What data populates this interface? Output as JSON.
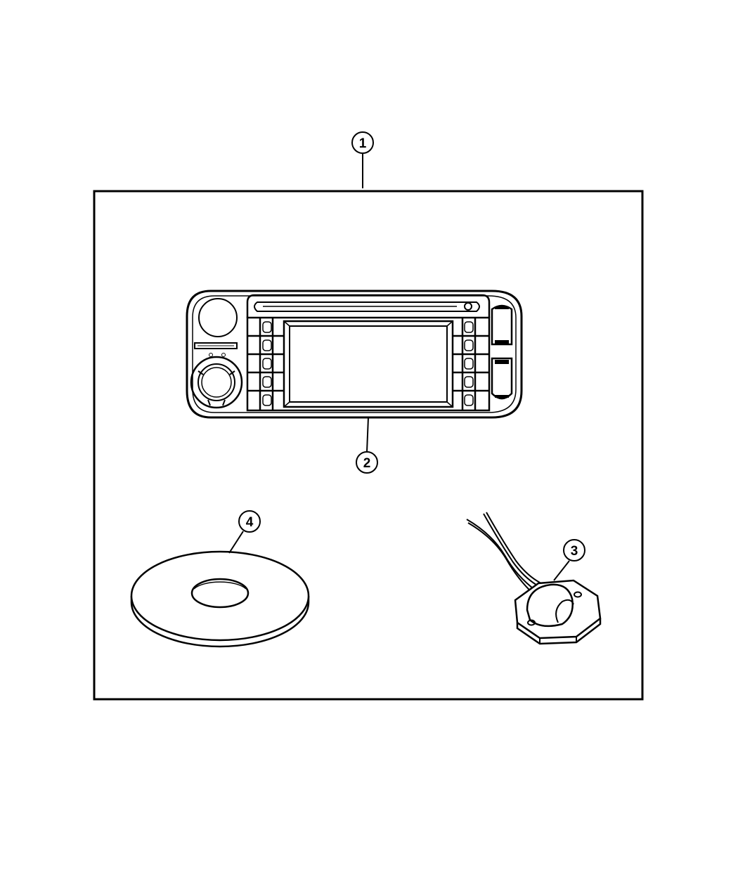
{
  "diagram": {
    "callouts": [
      {
        "id": "1",
        "label": "1"
      },
      {
        "id": "2",
        "label": "2"
      },
      {
        "id": "3",
        "label": "3"
      },
      {
        "id": "4",
        "label": "4"
      }
    ],
    "parts": [
      {
        "callout": "1",
        "icon": "kit-border-frame"
      },
      {
        "callout": "2",
        "icon": "navigation-radio-unit-icon"
      },
      {
        "callout": "3",
        "icon": "gps-antenna-icon"
      },
      {
        "callout": "4",
        "icon": "map-disc-icon"
      }
    ],
    "colors": {
      "line": "#000000",
      "background": "#ffffff"
    }
  }
}
